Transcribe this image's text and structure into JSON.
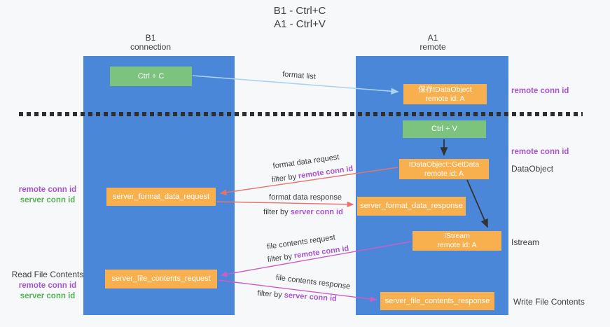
{
  "colors": {
    "bg": "#f7f8f9",
    "blue": "#4a87d9",
    "green": "#7cc47d",
    "orange": "#f8b04e",
    "purple": "#a855cc",
    "lgreen": "#57b257",
    "dark": "#3d3d3d",
    "salmon": "#e8736e",
    "magenta": "#c95fc6",
    "lightblue": "#a8d3f2",
    "blackarrow": "#333333",
    "dash": "#2e2e2e"
  },
  "title": {
    "line1": "B1 - Ctrl+C",
    "line2": "A1 - Ctrl+V"
  },
  "lanes": {
    "left": {
      "title": "B1",
      "subtitle": "connection"
    },
    "right": {
      "title": "A1",
      "subtitle": "remote"
    }
  },
  "nodes": {
    "ctrl_c": {
      "label": "Ctrl + C"
    },
    "save_dataobject": {
      "line1": "保存IDataObject",
      "line2": "remote id: A"
    },
    "ctrl_v": {
      "label": "Ctrl + V"
    },
    "getdata": {
      "line1": "IDataObject::GetData",
      "line2": "remote id: A"
    },
    "format_request": {
      "label": "server_format_data_request"
    },
    "format_response": {
      "label": "server_format_data_response"
    },
    "istream": {
      "line1": "IStream",
      "line2": "remote id: A"
    },
    "file_request": {
      "label": "server_file_contents_request"
    },
    "file_response": {
      "label": "server_file_contents_response"
    }
  },
  "edge_labels": {
    "format_list": "format list",
    "format_data_request": "format data request",
    "format_data_response": "format data response",
    "file_contents_request": "file contents request",
    "file_contents_response": "file contents response",
    "filter_by": "filter by",
    "remote_conn_id": "remote conn id",
    "server_conn_id": "server conn id"
  },
  "side_labels": {
    "remote_conn_id": "remote conn id",
    "server_conn_id": "server conn id",
    "dataobject": "DataObject",
    "istream": "Istream",
    "read_file_contents": "Read File Contents",
    "write_file_contents": "Write File Contents"
  }
}
